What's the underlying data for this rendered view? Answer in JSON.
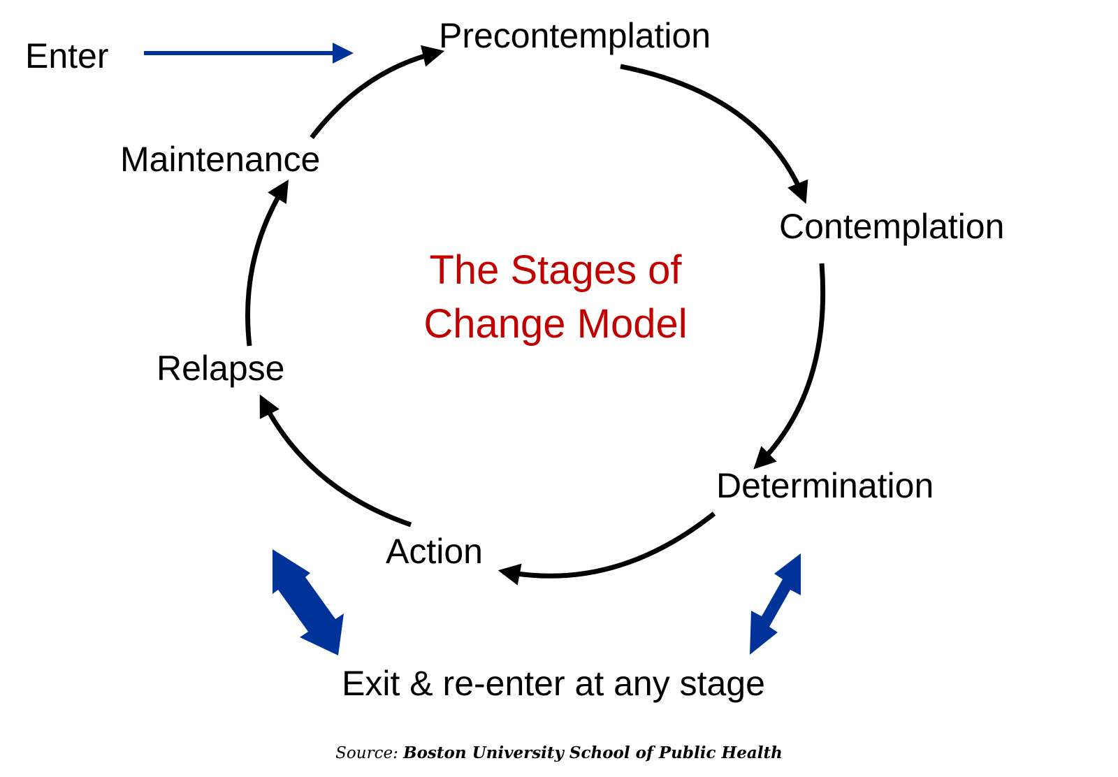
{
  "colors": {
    "text": "#000000",
    "title": "#c00000",
    "cycle_arrow": "#000000",
    "blue_arrow": "#003399"
  },
  "diagram": {
    "title_line1": "The Stages of",
    "title_line2": "Change Model",
    "enter_label": "Enter",
    "stages": {
      "precontemplation": "Precontemplation",
      "contemplation": "Contemplation",
      "determination": "Determination",
      "action": "Action",
      "relapse": "Relapse",
      "maintenance": "Maintenance"
    },
    "exit_label": "Exit & re-enter at any stage"
  },
  "source": {
    "label": "Source:",
    "organization": "Boston University School of Public Health"
  }
}
